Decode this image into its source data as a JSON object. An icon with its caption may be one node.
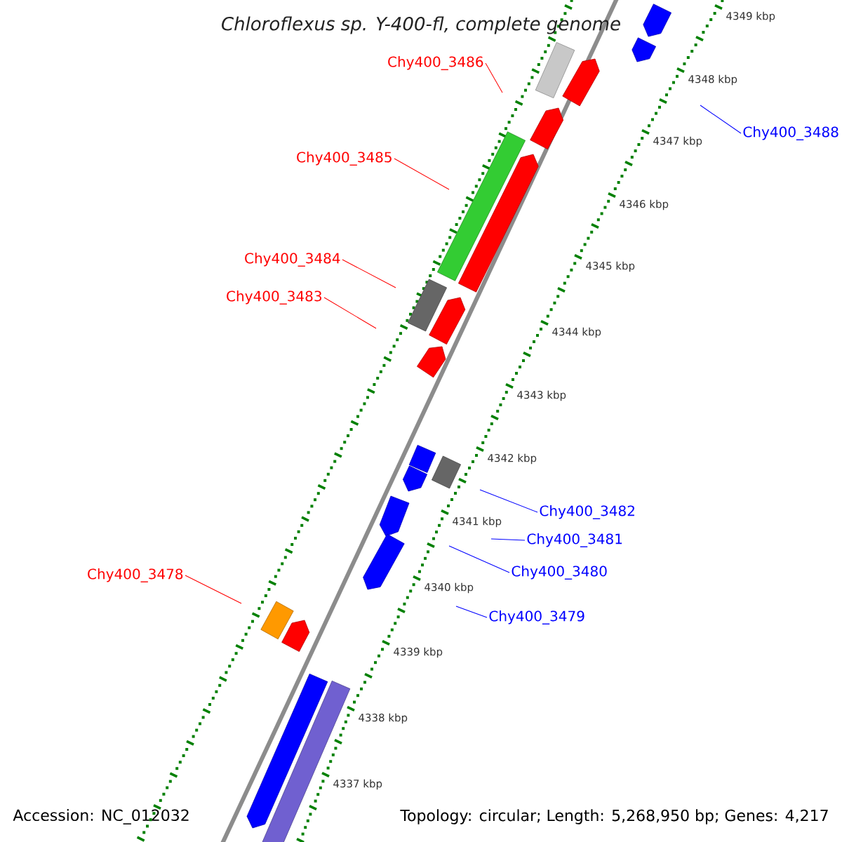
{
  "diagram": {
    "title": "Chloroflexus sp. Y-400-fl, complete genome",
    "nodes": [
      {
        "text": [
          "Chy400_3486"
        ]
      },
      {
        "text": [
          "Chy400_3488"
        ]
      },
      {
        "text": [
          "Chy400_3485"
        ]
      },
      {
        "text": [
          "Chy400_3484"
        ]
      },
      {
        "text": [
          "Chy400_3483"
        ]
      },
      {
        "text": [
          "Chy400_3482"
        ]
      },
      {
        "text": [
          "Chy400_3481"
        ]
      },
      {
        "text": [
          "Chy400_3480"
        ]
      },
      {
        "text": [
          "Chy400_3479"
        ]
      },
      {
        "text": [
          "Chy400_3478"
        ]
      }
    ],
    "edges": [
      {
        "from": 0,
        "to": null,
        "arrow": "none",
        "color": "#ff0000"
      },
      {
        "from": 1,
        "to": null,
        "arrow": "none",
        "color": "#0000ff"
      },
      {
        "from": 2,
        "to": null,
        "arrow": "none",
        "color": "#ff0000"
      },
      {
        "from": 3,
        "to": null,
        "arrow": "none",
        "color": "#ff0000"
      },
      {
        "from": 4,
        "to": null,
        "arrow": "none",
        "color": "#ff0000"
      },
      {
        "from": 5,
        "to": null,
        "arrow": "none",
        "color": "#0000ff"
      },
      {
        "from": 6,
        "to": null,
        "arrow": "none",
        "color": "#0000ff"
      },
      {
        "from": 7,
        "to": null,
        "arrow": "none",
        "color": "#0000ff"
      },
      {
        "from": 8,
        "to": null,
        "arrow": "none",
        "color": "#0000ff"
      },
      {
        "from": 9,
        "to": null,
        "arrow": "none",
        "color": "#ff0000"
      }
    ],
    "labels": [
      "4349 kbp",
      "4348 kbp",
      "4347 kbp",
      "4346 kbp",
      "4345 kbp",
      "4344 kbp",
      "4343 kbp",
      "4342 kbp",
      "4341 kbp",
      "4340 kbp",
      "4339 kbp",
      "4338 kbp",
      "4337 kbp",
      "Accession: NC_012032",
      "Topology: circular; Length: 5,268,950 bp; Genes: 4,217"
    ]
  }
}
